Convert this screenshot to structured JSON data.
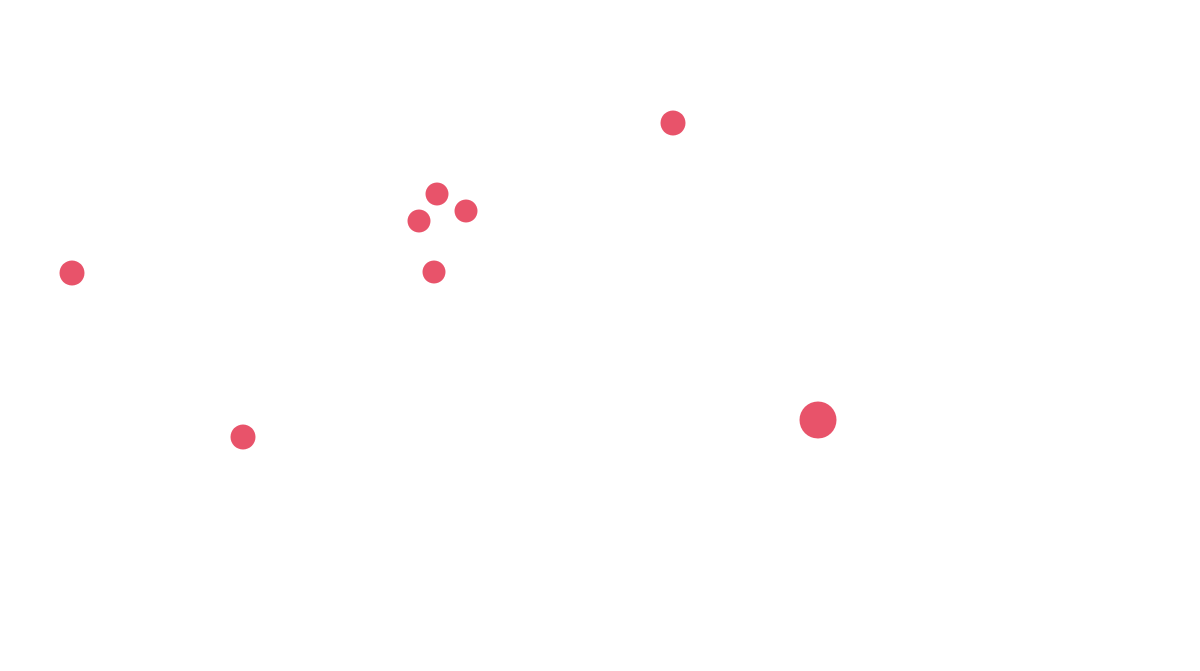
{
  "map": {
    "background_color": "#ffffff",
    "marker_color": "#e8536a",
    "marker_icon": "circle-marker",
    "markers": [
      {
        "id": "marker-1",
        "size": "medium"
      },
      {
        "id": "marker-2",
        "size": "medium"
      },
      {
        "id": "marker-3",
        "size": "small"
      },
      {
        "id": "marker-4",
        "size": "small"
      },
      {
        "id": "marker-5",
        "size": "small"
      },
      {
        "id": "marker-6",
        "size": "small"
      },
      {
        "id": "marker-7",
        "size": "medium"
      },
      {
        "id": "marker-8",
        "size": "large"
      }
    ]
  }
}
